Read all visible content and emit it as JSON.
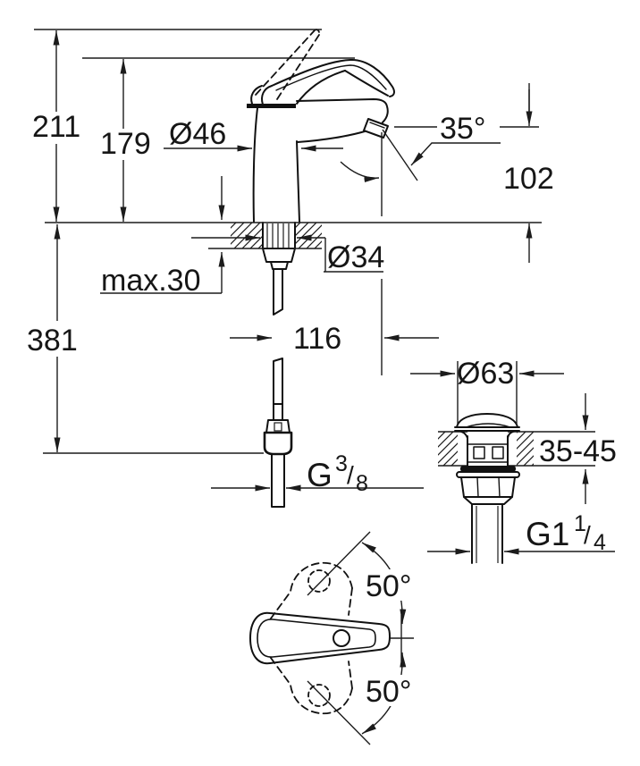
{
  "drawing": {
    "type": "technical-dimension-drawing",
    "subject": "single-lever basin mixer faucet with pop-up waste",
    "colors": {
      "line": "#1c1c1c",
      "background": "#ffffff"
    },
    "labels": {
      "total_height": "211",
      "body_height": "179",
      "body_diameter": "Ø46",
      "aerator_angle": "35°",
      "spout_height": "102",
      "deck_thickness_max": "max.30",
      "hole_diameter": "Ø34",
      "depth_below_deck": "381",
      "spout_projection": "116",
      "waste_cap_diameter": "Ø63",
      "waste_deck_thickness_range": "35-45",
      "handle_swing_upper": "50°",
      "handle_swing_lower": "50°",
      "supply_thread": {
        "prefix": "G",
        "numerator": "3",
        "slash": "/",
        "denominator": "8"
      },
      "waste_thread": {
        "prefix": "G1",
        "numerator": "1",
        "slash": "/",
        "denominator": "4"
      }
    }
  }
}
